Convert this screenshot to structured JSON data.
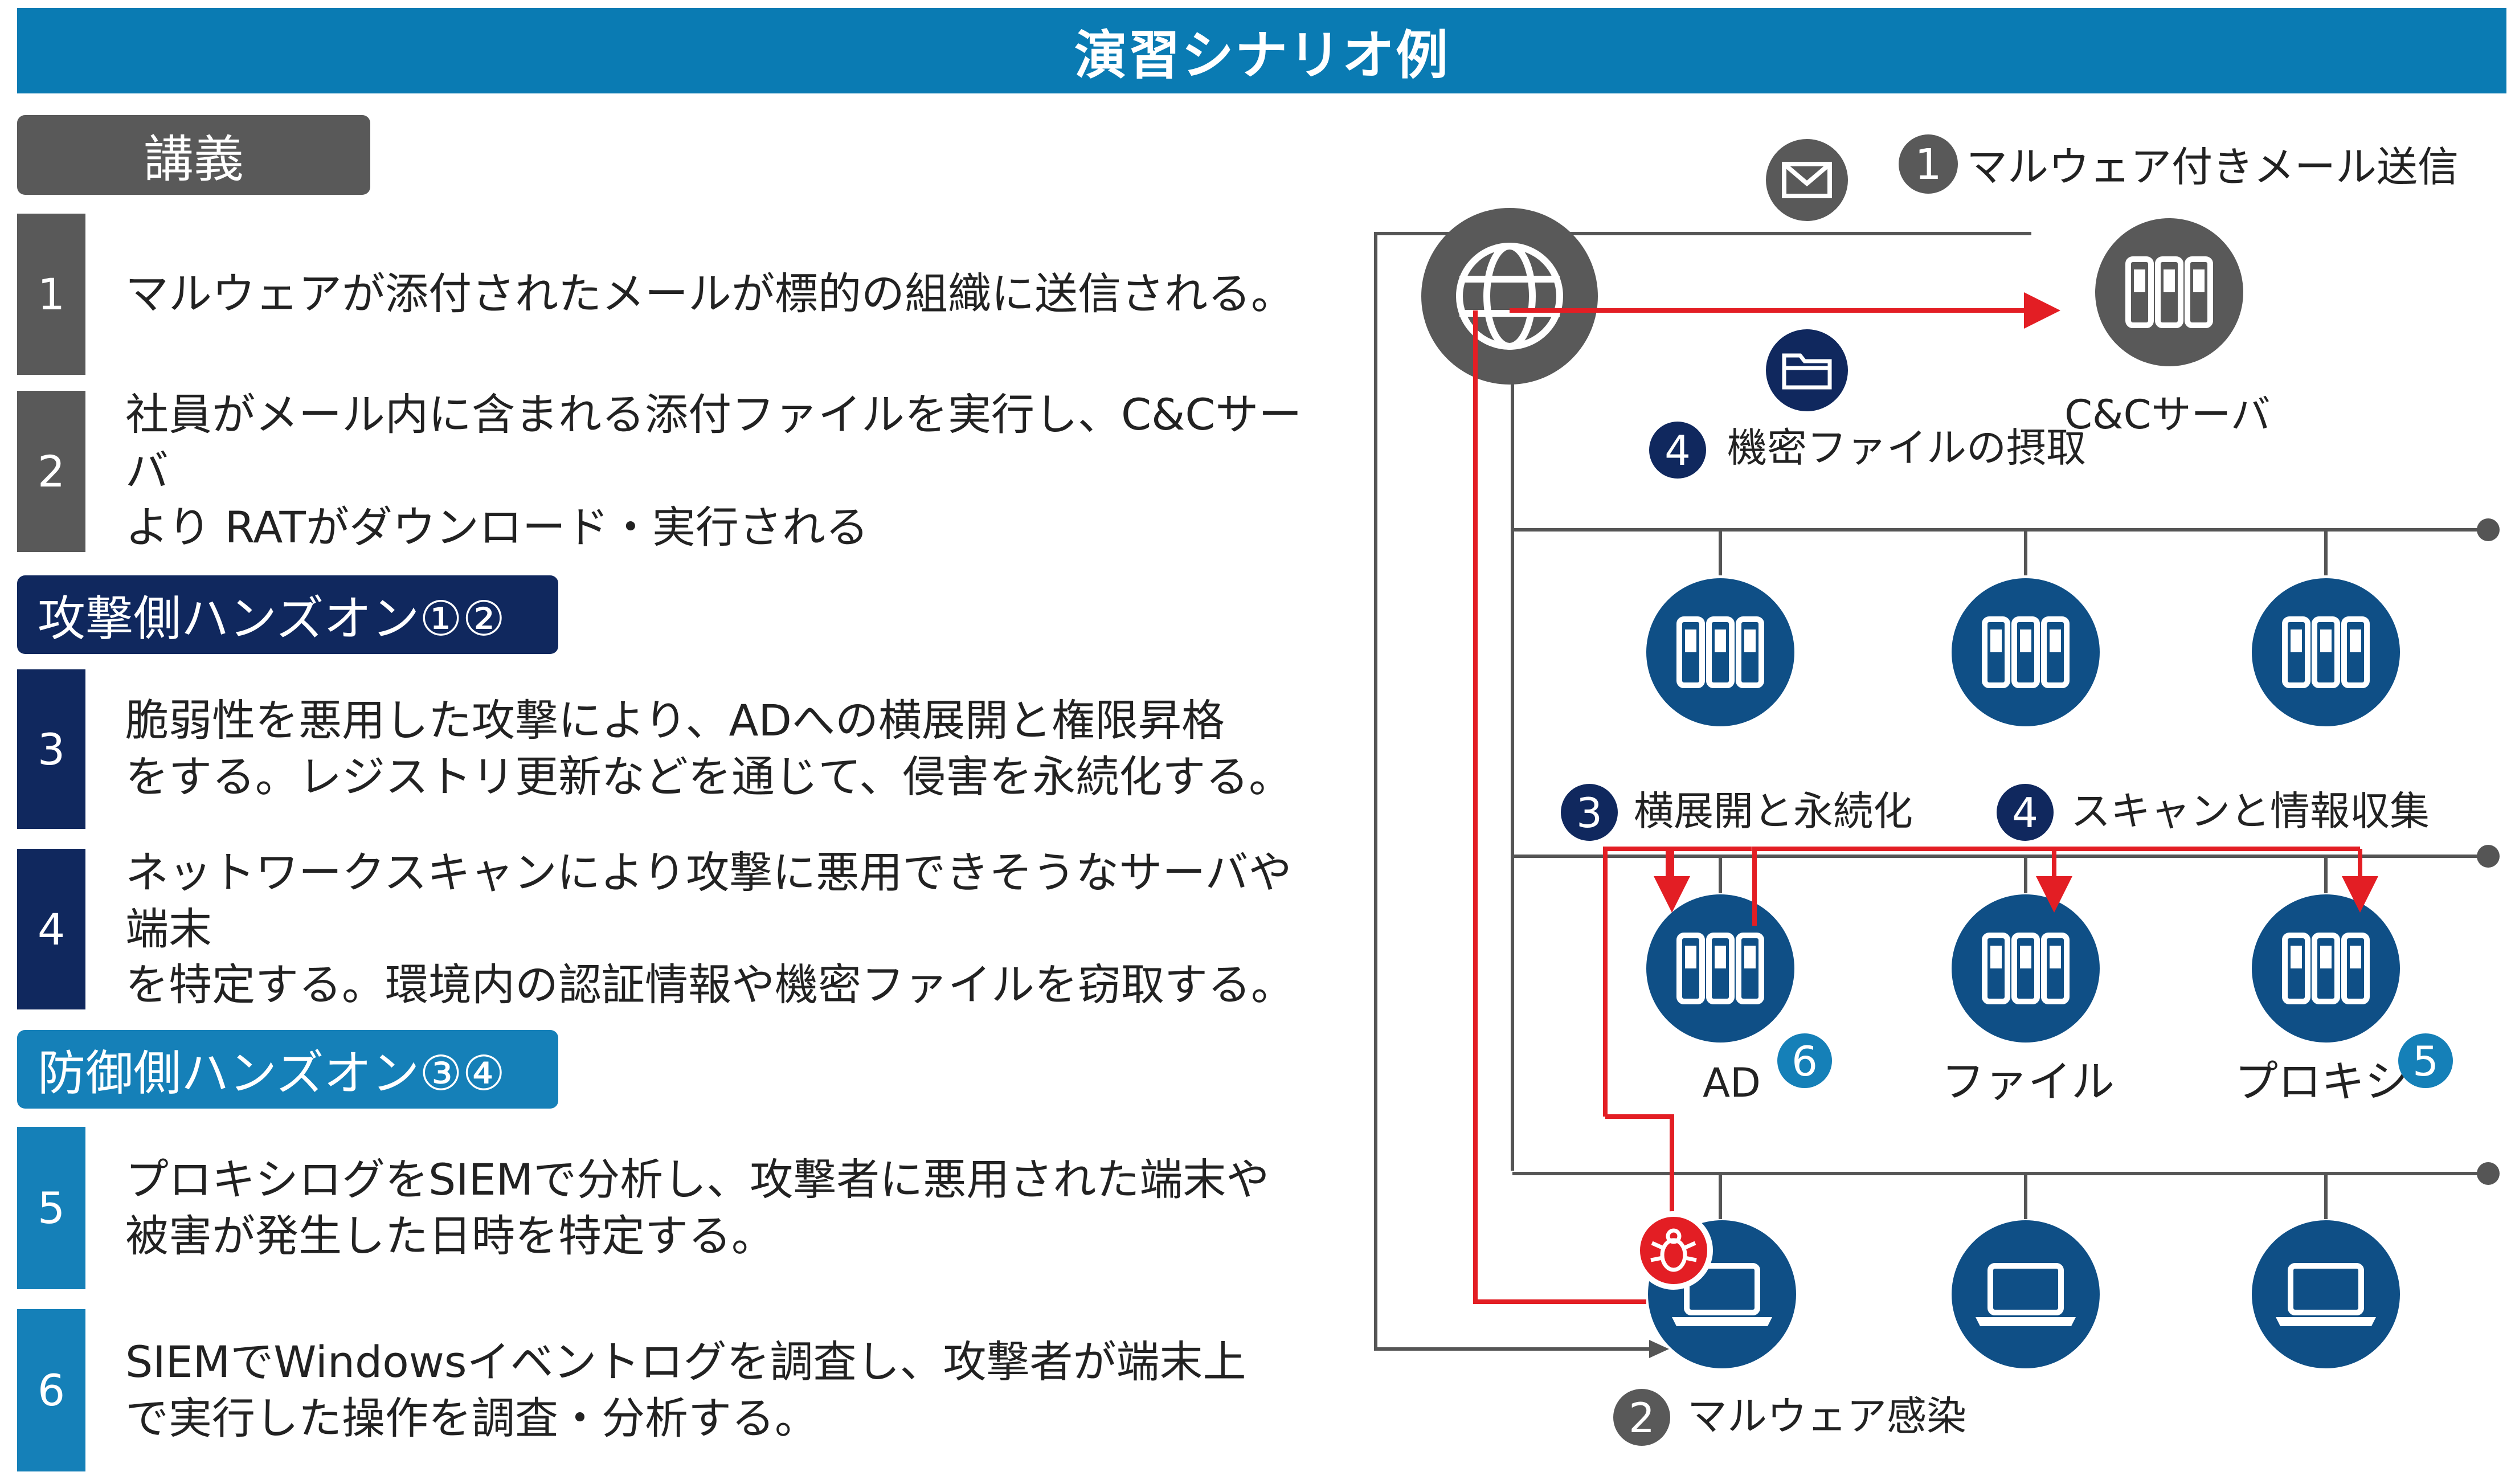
{
  "title": "演習シナリオ例",
  "sections": {
    "lecture": "講義",
    "attack": "攻撃側ハンズオン①②",
    "defense": "防御側ハンズオン③④"
  },
  "steps": [
    {
      "num": "1",
      "text": "マルウェアが添付されたメールが標的の組織に送信される。"
    },
    {
      "num": "2",
      "text": "社員がメール内に含まれる添付ファイルを実行し、C&Cサーバ\nより RATがダウンロード・実行される"
    },
    {
      "num": "3",
      "text": "脆弱性を悪用した攻撃により、ADへの横展開と権限昇格\nをする。レジストリ更新などを通じて、侵害を永続化する。"
    },
    {
      "num": "4",
      "text": "ネットワークスキャンにより攻撃に悪用できそうなサーバや端末\nを特定する。環境内の認証情報や機密ファイルを窃取する。"
    },
    {
      "num": "5",
      "text": "プロキシログをSIEMで分析し、攻撃者に悪用された端末や\n被害が発生した日時を特定する。"
    },
    {
      "num": "6",
      "text": "SIEMでWindowsイベントログを調査し、攻撃者が端末上\nで実行した操作を調査・分析する。"
    }
  ],
  "diagram": {
    "step1_num": "1",
    "step1_label": "マルウェア付きメール送信",
    "step2_num": "2",
    "step2_label": "マルウェア感染",
    "step3_num": "3",
    "step3_label": "横展開と永続化",
    "step4_num": "4",
    "step4_label": "スキャンと情報収集",
    "exfil_num": "4",
    "exfil_label": "機密ファイルの摂取",
    "cc_label": "C&Cサーバ",
    "ad_label": "AD",
    "file_label": "ファイル",
    "proxy_label": "プロキシ",
    "badge6": "6",
    "badge5": "5"
  },
  "icons": [
    "envelope-icon",
    "globe-icon",
    "folder-icon",
    "server-icon",
    "laptop-icon",
    "bug-icon"
  ],
  "colors": {
    "banner": "#0a7bb3",
    "lecture": "#595959",
    "attack": "#10285e",
    "defense": "#1580b8",
    "node": "#0f4f86",
    "alert_line": "#e31e24",
    "network_line": "#555555"
  }
}
